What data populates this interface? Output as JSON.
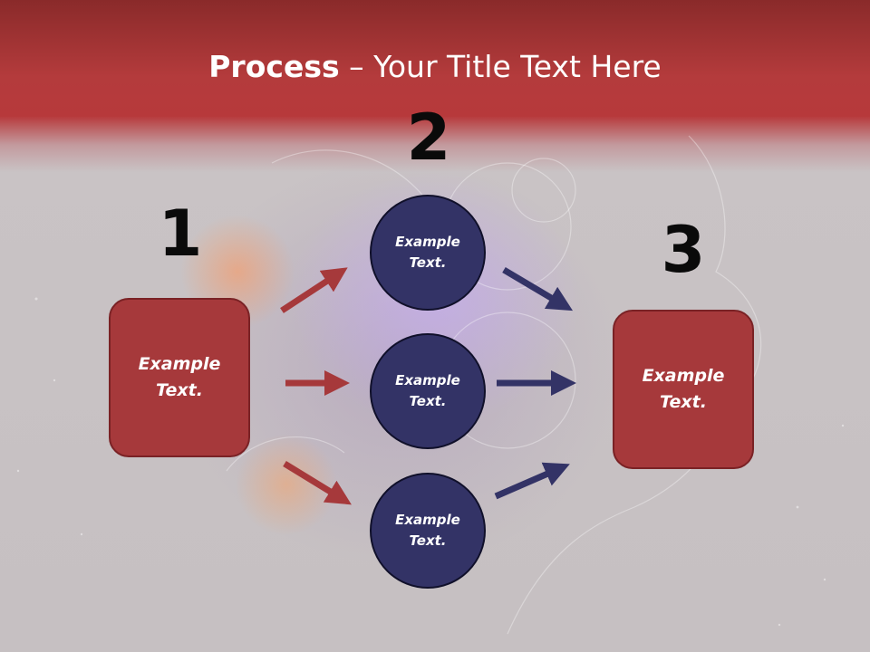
{
  "slide": {
    "title_bold": "Process",
    "title_rest": " – Your Title Text Here"
  },
  "steps": [
    {
      "number": "1",
      "label": "Example\nText."
    },
    {
      "number": "2",
      "label": "Example\nText."
    },
    {
      "number": "3",
      "label": "Example\nText."
    }
  ],
  "middle_nodes": [
    {
      "label": "Example\nText."
    },
    {
      "label": "Example\nText."
    },
    {
      "label": "Example\nText."
    }
  ],
  "colors": {
    "header_band": "#b43b3c",
    "box_fill": "#a6393b",
    "circle_fill": "#333366",
    "arrow_red": "#a6393b",
    "arrow_navy": "#333366"
  }
}
